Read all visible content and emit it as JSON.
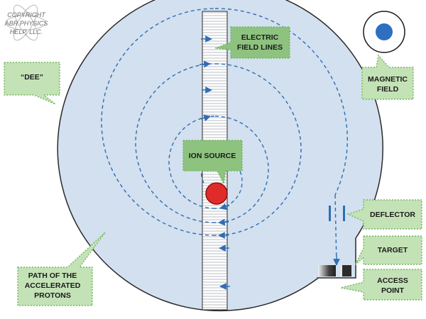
{
  "watermark": {
    "lines": [
      "COPYRIGHT",
      "ABR PHYSICS",
      "HELP, LLC."
    ]
  },
  "labels": {
    "dee": "“DEE”",
    "electric_field": [
      "ELECTRIC",
      "FIELD LINES"
    ],
    "magnetic_field": [
      "MAGNETIC",
      "FIELD"
    ],
    "ion_source": "ION SOURCE",
    "deflector": "DEFLECTOR",
    "target": "TARGET",
    "access_point": [
      "ACCESS",
      "POINT"
    ],
    "path": [
      "PATH OF THE",
      "ACCELERATED",
      "PROTONS"
    ]
  },
  "colors": {
    "dee_fill": "#d3e0ef",
    "outline": "#2a2a2a",
    "path": "#2f6db5",
    "callout_fill": "#c3e2b6",
    "callout_border": "#74b85e",
    "callout_dark_fill": "#8dc27f",
    "ion_source": "#e02b2b",
    "magnet_dot": "#2e6fc2"
  }
}
